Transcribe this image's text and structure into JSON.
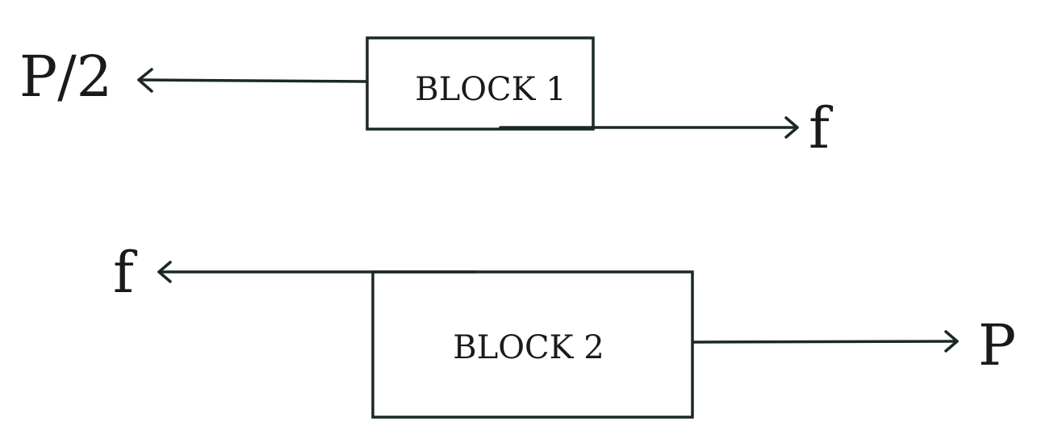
{
  "block1": {
    "label": "BLOCK 1",
    "left_force": "P/2",
    "right_force": "f"
  },
  "block2": {
    "label": "BLOCK 2",
    "left_force": "f",
    "right_force": "P"
  },
  "colors": {
    "stroke": "#1a2a22",
    "text": "#1a1a1a",
    "background": "#ffffff"
  }
}
